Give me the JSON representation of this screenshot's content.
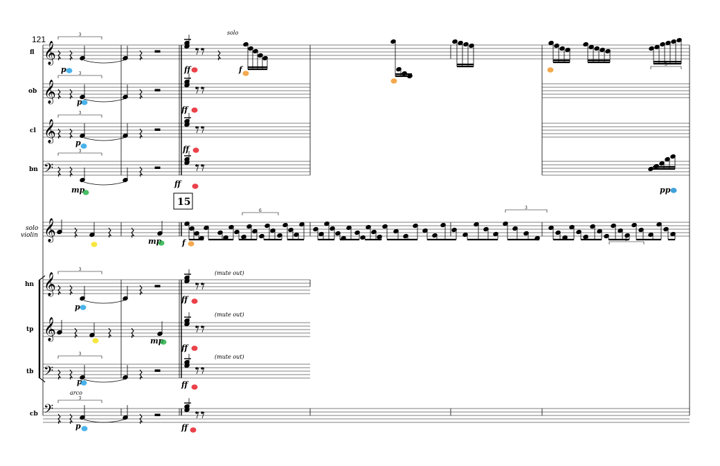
{
  "page": {
    "measure_number": "121",
    "rehearsal_mark": "15"
  },
  "colors": {
    "ff": "#e8202a",
    "f": "#f29a2e",
    "p": "#2aa6e6",
    "mp": "#2bb24c",
    "pp": "#1f8fd6",
    "yellow": "#f5e21a"
  },
  "staves": [
    {
      "id": "fl",
      "label": "fl",
      "clef": "treble"
    },
    {
      "id": "ob",
      "label": "ob",
      "clef": "treble"
    },
    {
      "id": "cl",
      "label": "cl",
      "clef": "treble"
    },
    {
      "id": "bn",
      "label": "bn",
      "clef": "bass"
    },
    {
      "id": "solo",
      "label_line1": "solo",
      "label_line2": "violin",
      "clef": "treble"
    },
    {
      "id": "hn",
      "label": "hn",
      "clef": "treble"
    },
    {
      "id": "tp",
      "label": "tp",
      "clef": "treble"
    },
    {
      "id": "tb",
      "label": "tb",
      "clef": "bass"
    },
    {
      "id": "cb",
      "label": "cb",
      "clef": "bass"
    }
  ],
  "dynamics": {
    "fl_p": "p",
    "fl_ff": "ff",
    "fl_f": "f",
    "ob_p": "p",
    "ob_ff": "ff",
    "cl_p": "p",
    "cl_ff": "ff",
    "bn_mp": "mp",
    "bn_ff": "ff",
    "bn_pp": "pp",
    "solo_mp": "mp",
    "solo_f": "f",
    "hn_p": "p",
    "hn_ff": "ff",
    "tp_mp": "mp",
    "tp_ff": "ff",
    "tb_p": "p",
    "tb_ff": "ff",
    "cb_p": "p",
    "cb_ff": "ff"
  },
  "expressions": {
    "fl_solo": "solo",
    "hn_mute": "(mute out)",
    "tp_mute": "(mute out)",
    "tb_mute": "(mute out)",
    "cb_arco": "arco"
  },
  "tuplet_numbers": {
    "three": "3",
    "five": "5",
    "six": "6"
  }
}
